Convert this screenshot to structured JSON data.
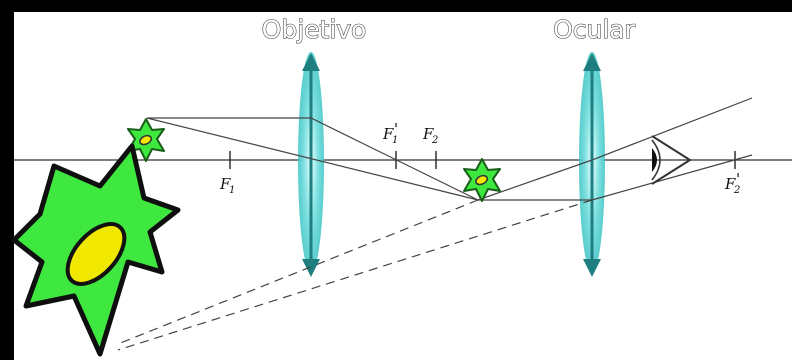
{
  "objective": {
    "label": "Objetivo"
  },
  "eyepiece": {
    "label": "Ocular"
  },
  "focal_points": {
    "objective_front": {
      "letter": "F",
      "sub": "1",
      "prime": ""
    },
    "objective_back": {
      "letter": "F",
      "sub": "1",
      "prime": "'"
    },
    "eyepiece_front": {
      "letter": "F",
      "sub": "2",
      "prime": ""
    },
    "eyepiece_back": {
      "letter": "F",
      "sub": "2",
      "prime": "'"
    }
  },
  "colors": {
    "cell_fill": "#3fe83f",
    "nucleus_fill": "#f0e800",
    "lens_fill": "#5fd6d6",
    "arrow": "#1f8a8a",
    "frame": "#000000",
    "background": "#ffffff"
  }
}
